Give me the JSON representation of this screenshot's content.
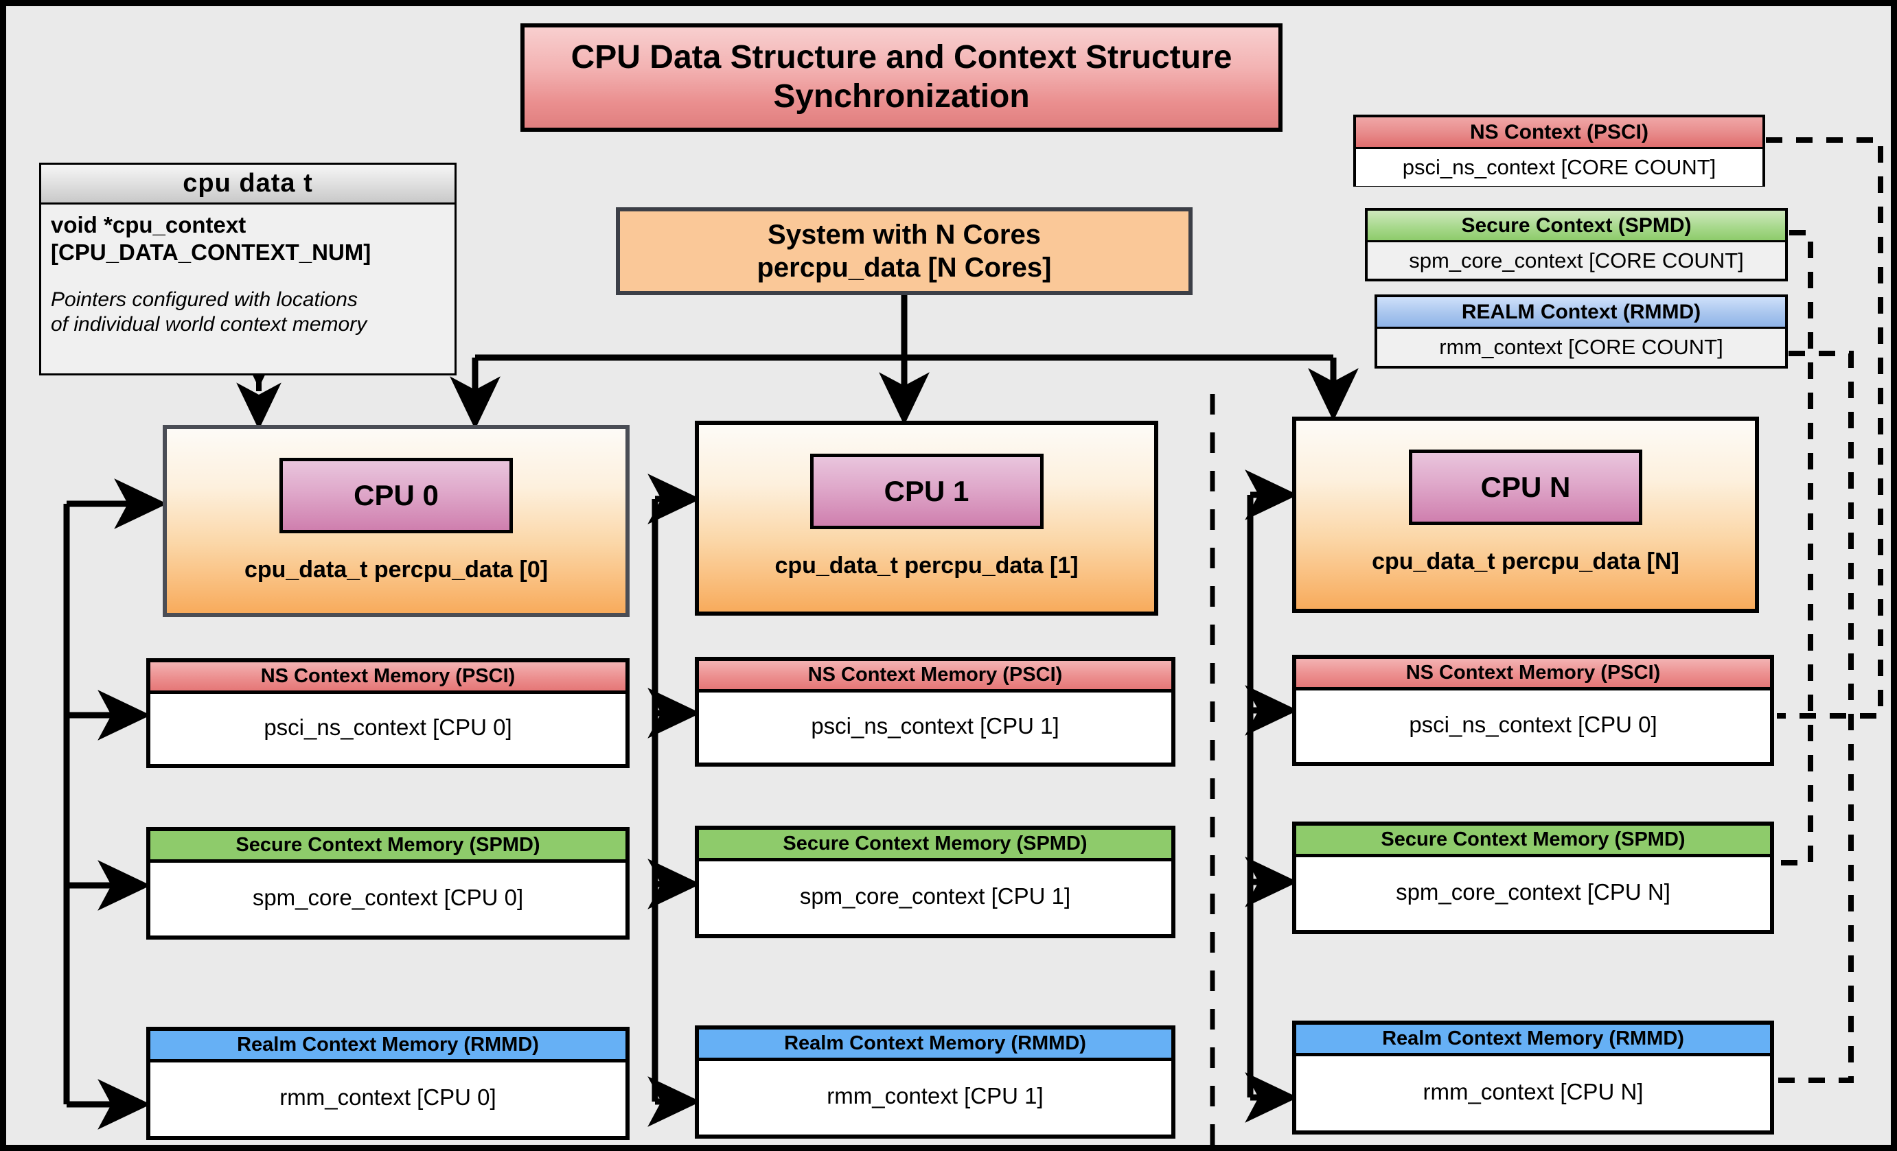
{
  "title": {
    "text": "CPU Data Structure and Context Structure Synchronization"
  },
  "cpu_data_t": {
    "header": "cpu_data_t",
    "field": "void  *cpu_context [CPU_DATA_CONTEXT_NUM]",
    "note": "Pointers configured with locations of individual world context memory"
  },
  "system": {
    "line1": "System with N Cores",
    "line2": "percpu_data [N Cores]"
  },
  "legend": [
    {
      "header": "NS Context  (PSCI)",
      "body": "psci_ns_context [CORE COUNT]"
    },
    {
      "header": "Secure Context (SPMD)",
      "body": "spm_core_context [CORE COUNT]"
    },
    {
      "header": "REALM Context (RMMD)",
      "body": "rmm_context [CORE COUNT]"
    }
  ],
  "columns": [
    {
      "chip": "CPU 0",
      "caption": "cpu_data_t percpu_data [0]",
      "memories": [
        {
          "header": "NS Context Memory (PSCI)",
          "body": "psci_ns_context [CPU 0]"
        },
        {
          "header": "Secure Context Memory (SPMD)",
          "body": "spm_core_context [CPU 0]"
        },
        {
          "header": "Realm Context Memory (RMMD)",
          "body": "rmm_context [CPU 0]"
        }
      ]
    },
    {
      "chip": "CPU 1",
      "caption": "cpu_data_t percpu_data [1]",
      "memories": [
        {
          "header": "NS Context Memory (PSCI)",
          "body": "psci_ns_context [CPU 1]"
        },
        {
          "header": "Secure Context Memory (SPMD)",
          "body": "spm_core_context [CPU 1]"
        },
        {
          "header": "Realm Context Memory (RMMD)",
          "body": "rmm_context [CPU 1]"
        }
      ]
    },
    {
      "chip": "CPU N",
      "caption": "cpu_data_t percpu_data [N]",
      "memories": [
        {
          "header": "NS Context Memory (PSCI)",
          "body": "psci_ns_context [CPU 0]"
        },
        {
          "header": "Secure Context Memory (SPMD)",
          "body": "spm_core_context [CPU N]"
        },
        {
          "header": "Realm Context Memory (RMMD)",
          "body": "rmm_context [CPU N]"
        }
      ]
    }
  ],
  "colors": {
    "ns": "#e57777",
    "secure": "#8ecb6b",
    "realm": "#66b0f5",
    "cpu_fill": "#f8ab5c",
    "chip": "#cf7fae",
    "system": "#fac898",
    "title": "#e07f7f",
    "background": "#eaeaea"
  }
}
